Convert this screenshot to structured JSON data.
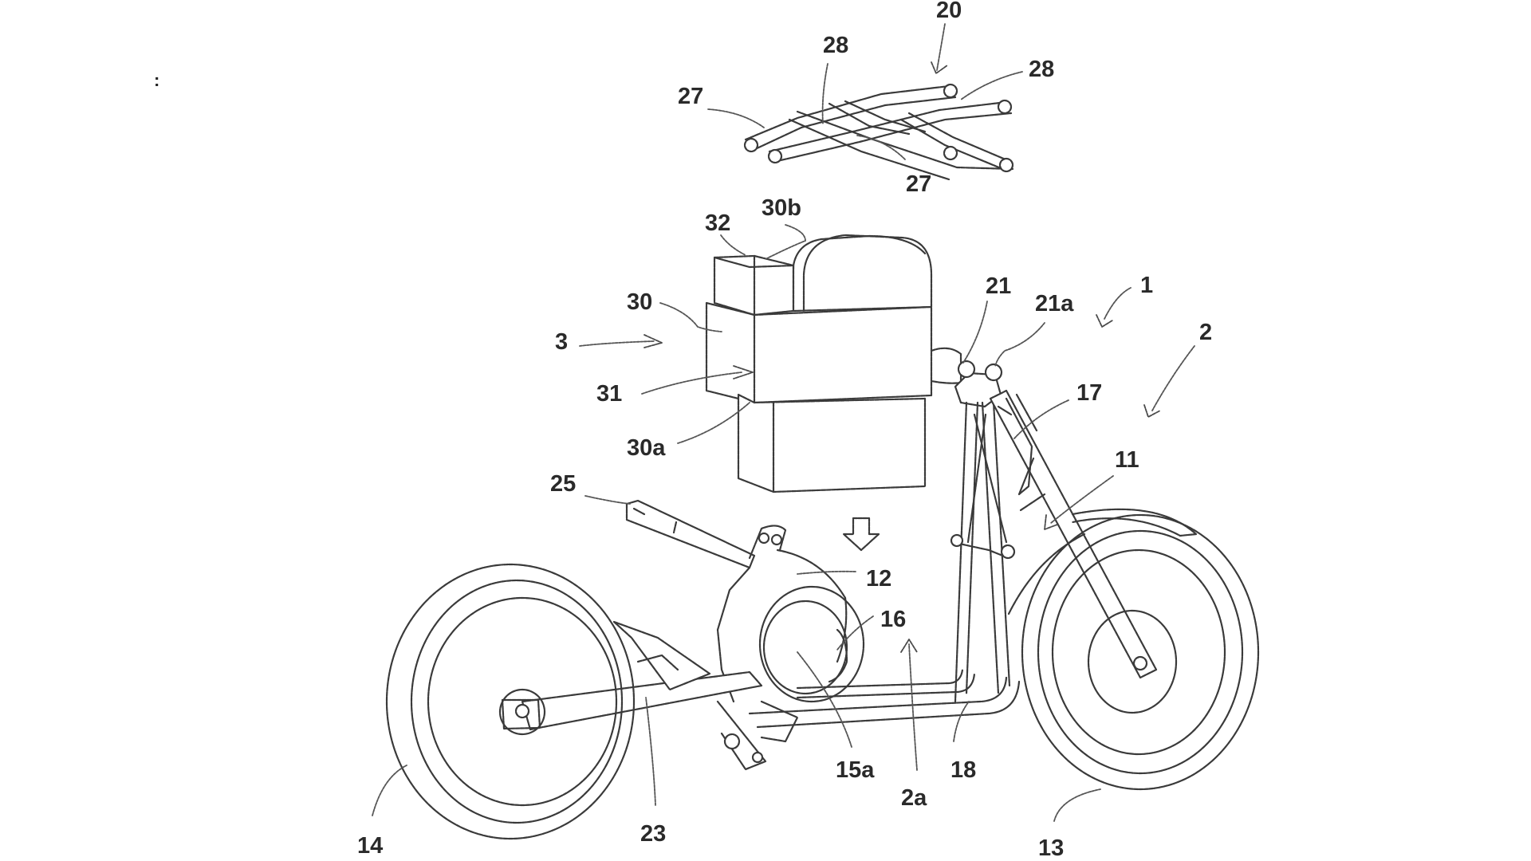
{
  "figure": {
    "type": "patent line drawing",
    "subject": "electric motorcycle with removable battery unit",
    "corner_mark": ":",
    "labels": [
      {
        "id": "20",
        "text": "20",
        "refers_to": "carrier-frame-assembly"
      },
      {
        "id": "28a",
        "text": "28",
        "refers_to": "carrier-cross-member"
      },
      {
        "id": "28b",
        "text": "28",
        "refers_to": "carrier-cross-member"
      },
      {
        "id": "27a",
        "text": "27",
        "refers_to": "carrier-side-rail"
      },
      {
        "id": "27b",
        "text": "27",
        "refers_to": "carrier-side-rail"
      },
      {
        "id": "32",
        "text": "32",
        "refers_to": "battery-top-module"
      },
      {
        "id": "30b",
        "text": "30b",
        "refers_to": "battery-upper-portion"
      },
      {
        "id": "30",
        "text": "30",
        "refers_to": "battery-case"
      },
      {
        "id": "3",
        "text": "3",
        "refers_to": "battery-unit"
      },
      {
        "id": "31",
        "text": "31",
        "refers_to": "battery-inner-cell"
      },
      {
        "id": "30a",
        "text": "30a",
        "refers_to": "battery-lower-portion"
      },
      {
        "id": "21",
        "text": "21",
        "refers_to": "head-pipe"
      },
      {
        "id": "21a",
        "text": "21a",
        "refers_to": "head-pipe-top"
      },
      {
        "id": "1",
        "text": "1",
        "refers_to": "vehicle"
      },
      {
        "id": "2",
        "text": "2",
        "refers_to": "vehicle-body-frame"
      },
      {
        "id": "17",
        "text": "17",
        "refers_to": "front-fork-stay"
      },
      {
        "id": "11",
        "text": "11",
        "refers_to": "front-fork"
      },
      {
        "id": "25",
        "text": "25",
        "refers_to": "seat-rail"
      },
      {
        "id": "12",
        "text": "12",
        "refers_to": "motor-housing"
      },
      {
        "id": "16",
        "text": "16",
        "refers_to": "motor-cover"
      },
      {
        "id": "15a",
        "text": "15a",
        "refers_to": "motor-output"
      },
      {
        "id": "2a",
        "text": "2a",
        "refers_to": "battery-mount-space"
      },
      {
        "id": "18",
        "text": "18",
        "refers_to": "down-tube"
      },
      {
        "id": "14",
        "text": "14",
        "refers_to": "rear-wheel"
      },
      {
        "id": "23",
        "text": "23",
        "refers_to": "swing-arm"
      },
      {
        "id": "13",
        "text": "13",
        "refers_to": "front-wheel"
      }
    ]
  }
}
